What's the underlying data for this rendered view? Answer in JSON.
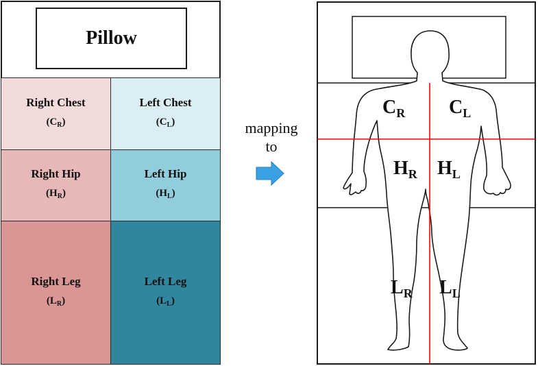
{
  "pillow_label": "Pillow",
  "arrow_text": {
    "line1": "mapping",
    "line2": "to"
  },
  "zones": {
    "right_chest": {
      "name": "Right Chest",
      "abbr": "C",
      "sub": "R",
      "color": "#f2dcdb"
    },
    "left_chest": {
      "name": "Left Chest",
      "abbr": "C",
      "sub": "L",
      "color": "#dbeef3"
    },
    "right_hip": {
      "name": "Right Hip",
      "abbr": "H",
      "sub": "R",
      "color": "#e6b9b8"
    },
    "left_hip": {
      "name": "Left Hip",
      "abbr": "H",
      "sub": "L",
      "color": "#92cddc"
    },
    "right_leg": {
      "name": "Right Leg",
      "abbr": "L",
      "sub": "R",
      "color": "#d99694"
    },
    "left_leg": {
      "name": "Left Leg",
      "abbr": "L",
      "sub": "L",
      "color": "#31859c"
    }
  },
  "body_labels": {
    "c_r": {
      "main": "C",
      "sub": "R"
    },
    "c_l": {
      "main": "C",
      "sub": "L"
    },
    "h_r": {
      "main": "H",
      "sub": "R"
    },
    "h_l": {
      "main": "H",
      "sub": "L"
    },
    "l_r": {
      "main": "L",
      "sub": "R"
    },
    "l_l": {
      "main": "L",
      "sub": "L"
    }
  },
  "colors": {
    "divider_red": "#ff0000",
    "arrow_blue": "#3aa0e4",
    "outline": "#1a1a1a"
  }
}
